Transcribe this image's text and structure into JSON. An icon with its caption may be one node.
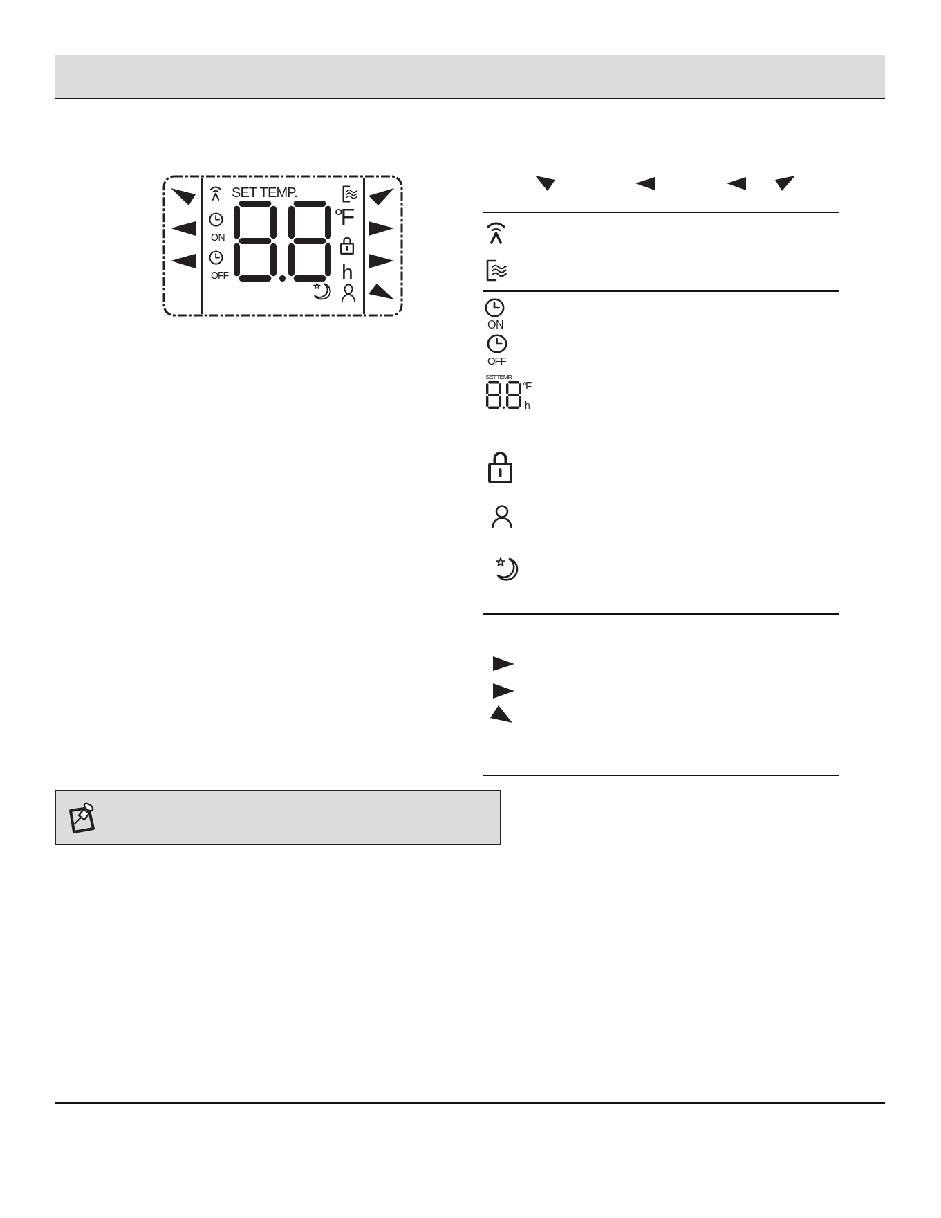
{
  "diagram": {
    "nodes": [
      {
        "text": [
          "SET TEMP.",
          "ON",
          "OFF",
          "°F",
          "h"
        ]
      }
    ],
    "labels": [
      "ON",
      "OFF",
      "SET TEMP.",
      "°F",
      "h"
    ]
  }
}
